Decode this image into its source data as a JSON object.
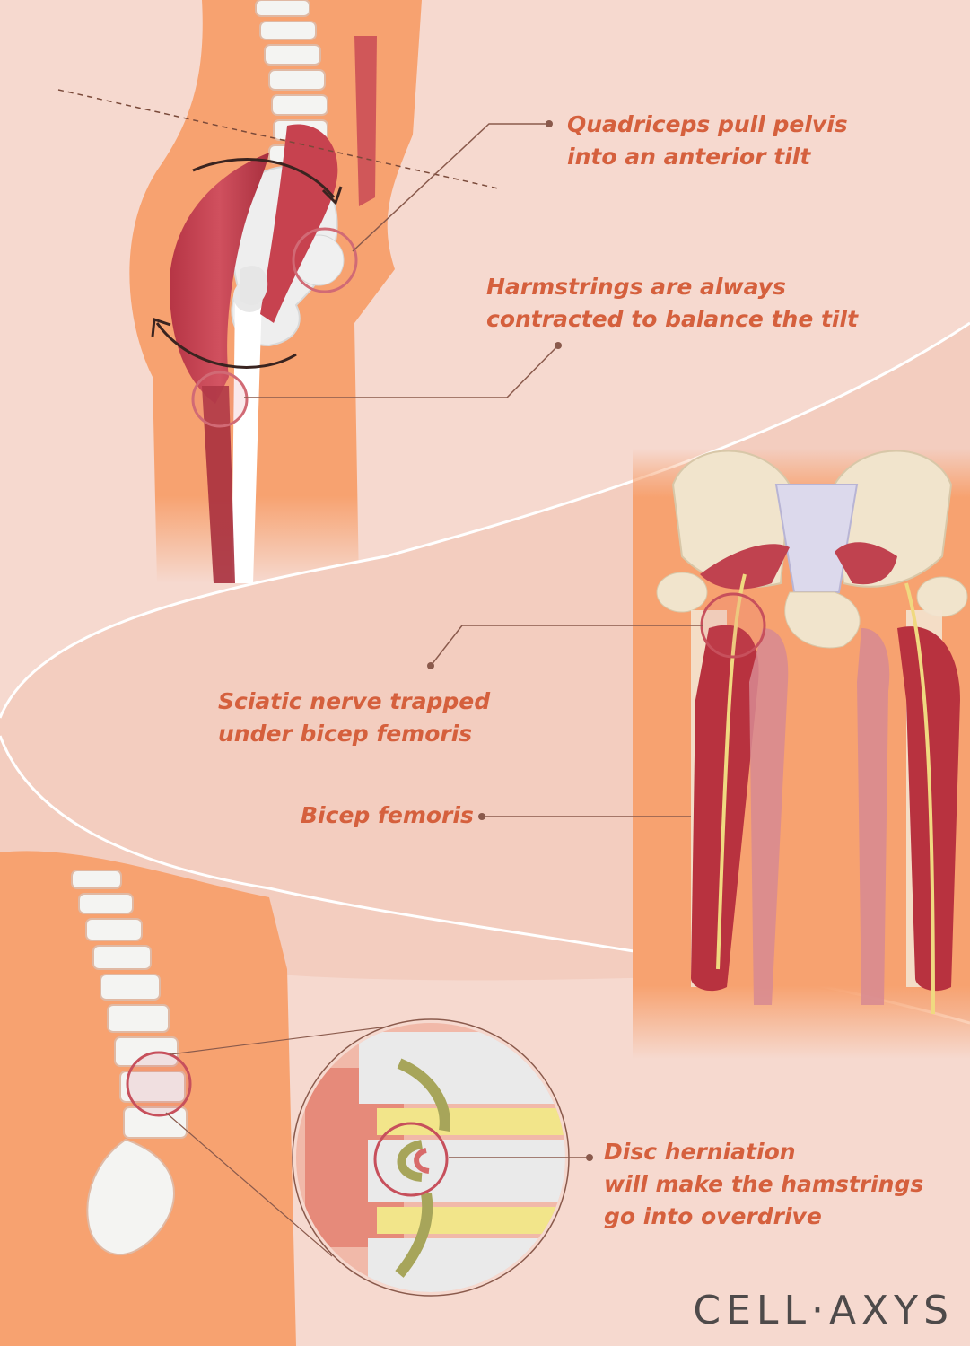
{
  "labels": {
    "quadriceps": {
      "line1": "Quadriceps pull pelvis",
      "line2": "into an anterior tilt"
    },
    "hamstrings": {
      "line1": "Harmstrings are always",
      "line2": "contracted to balance the tilt"
    },
    "sciatic": {
      "line1": "Sciatic nerve trapped",
      "line2": "under bicep femoris"
    },
    "bicep": {
      "line1": "Bicep femoris"
    },
    "disc": {
      "line1": "Disc herniation",
      "line2": "will make the hamstrings",
      "line3": "go into overdrive"
    }
  },
  "logo": {
    "text": "CELL·AXYS"
  },
  "colors": {
    "background": "#f6d9cf",
    "body_orange": "#f7a270",
    "muscle_red": "#c24450",
    "bone": "#eeeeee",
    "label_text": "#d5603d",
    "callout_line": "#8a5a4c",
    "logo": "#4e4a4a"
  },
  "icons": [
    "curved-arrow-icon",
    "highlight-circle-icon",
    "callout-dot-icon"
  ]
}
